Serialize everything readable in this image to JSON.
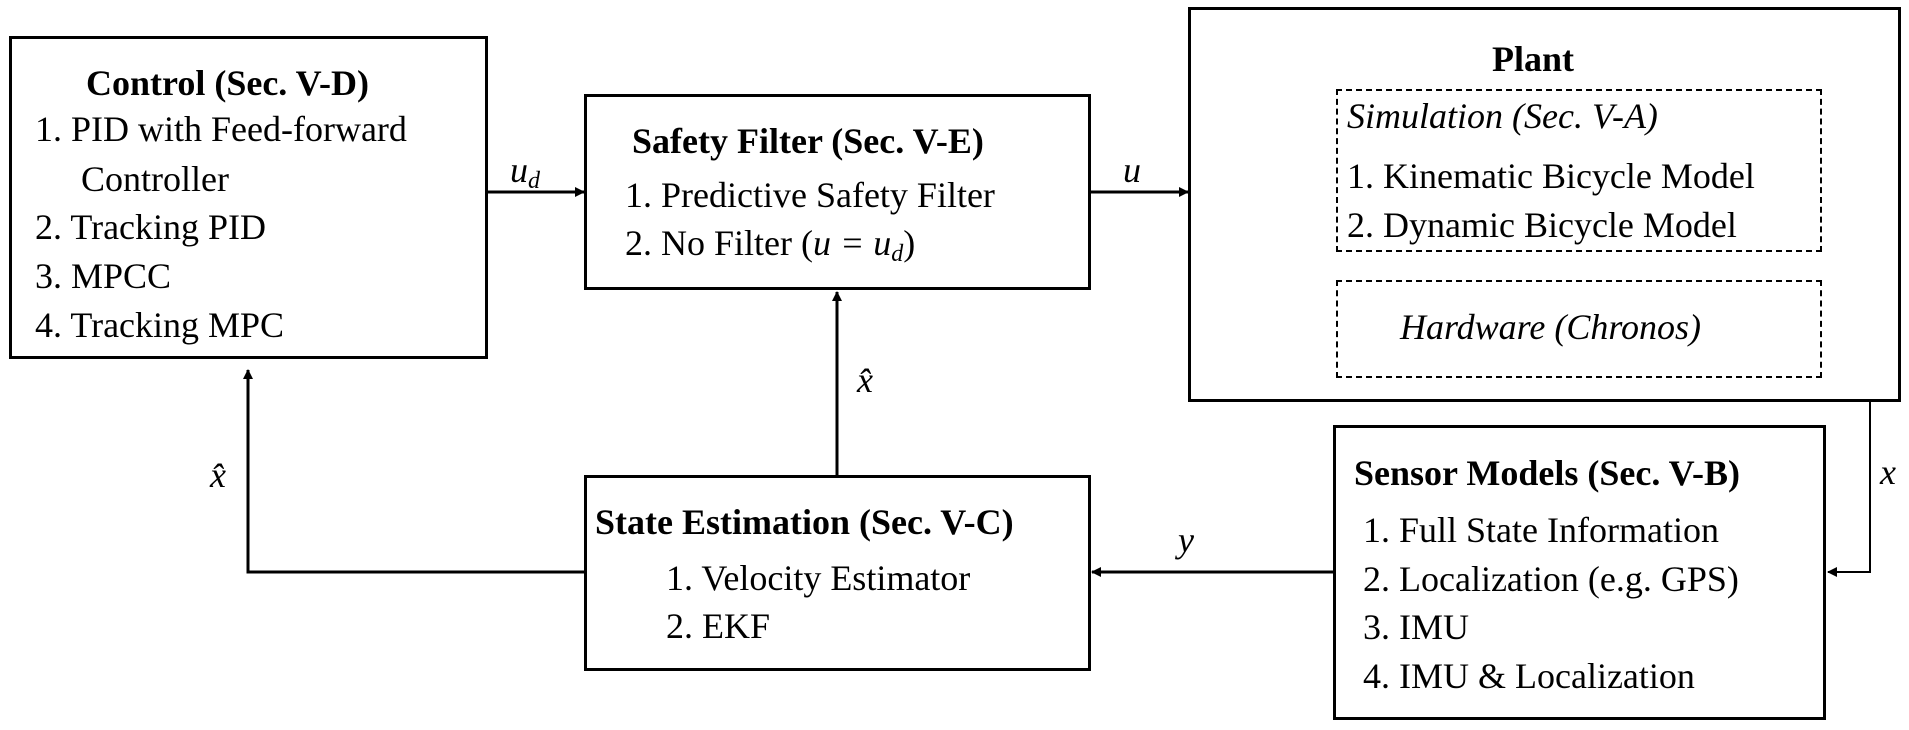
{
  "control": {
    "title": "Control (Sec. V-D)",
    "items": [
      "1. PID with Feed-forward",
      "Controller",
      "2. Tracking PID",
      "3. MPCC",
      "4. Tracking MPC"
    ]
  },
  "safety_filter": {
    "title": "Safety Filter (Sec. V-E)",
    "items": [
      "1. Predictive Safety Filter",
      "2. No Filter ("
    ],
    "no_filter_math": "u = u",
    "no_filter_sub": "d",
    "no_filter_close": ")"
  },
  "plant": {
    "title": "Plant",
    "simulation_title": "Simulation (Sec. V-A)",
    "simulation_items": [
      "1. Kinematic Bicycle Model",
      "2. Dynamic Bicycle Model"
    ],
    "hardware": "Hardware (Chronos)"
  },
  "sensor_models": {
    "title": "Sensor Models (Sec. V-B)",
    "items": [
      "1. Full State Information",
      "2. Localization (e.g. GPS)",
      "3. IMU",
      "4. IMU & Localization"
    ]
  },
  "state_estimation": {
    "title": "State Estimation (Sec. V-C)",
    "items": [
      "1. Velocity Estimator",
      "2. EKF"
    ]
  },
  "signals": {
    "u_d": "u",
    "u_d_sub": "d",
    "u": "u",
    "x_hat_left": "x̂",
    "x_hat_middle": "x̂",
    "y": "y",
    "x": "x"
  }
}
